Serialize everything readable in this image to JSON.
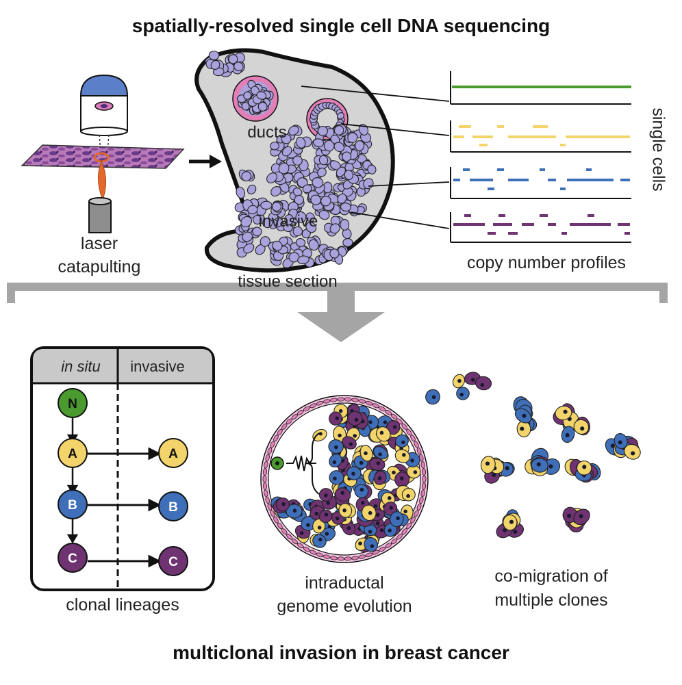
{
  "title": "spatially-resolved single cell DNA sequencing",
  "bottom_title": "multiclonal invasion in breast cancer",
  "labels": {
    "laser": "laser",
    "catapulting": "catapulting",
    "ducts": "ducts",
    "invasive": "invasive",
    "tissue_section": "tissue section",
    "copy_number_profiles": "copy number profiles",
    "single_cells": "single cells",
    "intraductal_line1": "intraductal",
    "intraductal_line2": "genome evolution",
    "comigration_line1": "co-migration of",
    "comigration_line2": "multiple clones"
  },
  "lineage": {
    "header_in_situ": "in situ",
    "header_invasive": "invasive",
    "caption": "clonal lineages",
    "nodes": [
      {
        "id": "N",
        "color": "#4a9a2f"
      },
      {
        "id": "A",
        "color": "#f2d46a"
      },
      {
        "id": "B",
        "color": "#3f6fb8"
      },
      {
        "id": "C",
        "color": "#6e3370"
      }
    ],
    "invasive_nodes": [
      "A",
      "B",
      "C"
    ]
  },
  "colors": {
    "clone_N": "#4a9a2f",
    "clone_A": "#f2d46a",
    "clone_B": "#3f6fb8",
    "clone_C": "#6e3370",
    "tissue_fill": "#d4d4d4",
    "cell_fill": "#a9a2dc",
    "duct_pink": "#e27fb7",
    "arrow_gray": "#a5a5a5",
    "laser_orange": "#e4682c"
  }
}
